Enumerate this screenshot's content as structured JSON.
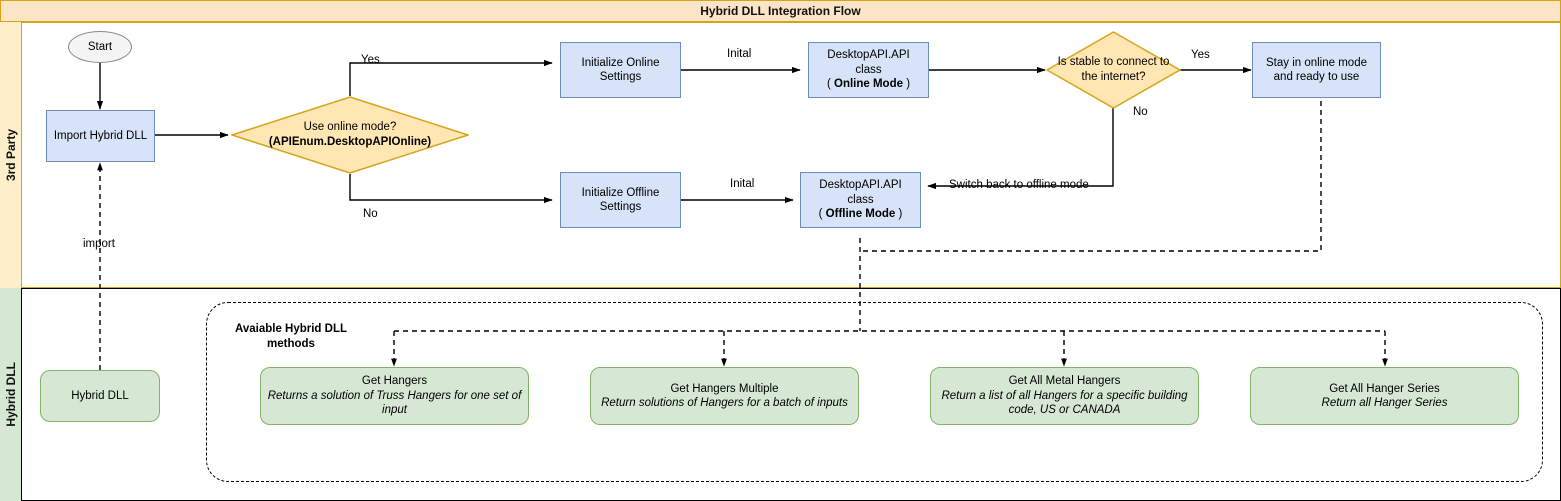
{
  "title": "Hybrid DLL Integration Flow",
  "lanes": [
    {
      "name": "3rd Party"
    },
    {
      "name": "Hybrid DLL"
    }
  ],
  "nodes": {
    "start": {
      "label": "Start"
    },
    "import_hybrid_dll": {
      "label": "Import Hybrid DLL"
    },
    "use_online_mode": {
      "line1": "Use online mode?",
      "line2": "(APIEnum.DesktopAPIOnline)"
    },
    "init_online": {
      "line1": "Initialize Online",
      "line2": "Settings"
    },
    "init_offline": {
      "line1": "Initialize Offline",
      "line2": "Settings"
    },
    "api_online": {
      "line1": "DesktopAPI.API class",
      "line2_pre": "( ",
      "line2_bold": "Online Mode",
      "line2_post": " )"
    },
    "api_offline": {
      "line1": "DesktopAPI.API class",
      "line2_pre": "( ",
      "line2_bold": "Offline Mode",
      "line2_post": " )"
    },
    "is_stable": {
      "line1": "Is stable to connect to",
      "line2": "the internet?"
    },
    "stay_online": {
      "line1": "Stay in online mode",
      "line2": "and ready to use"
    },
    "hybrid_dll": {
      "label": "Hybrid DLL"
    }
  },
  "edge_labels": {
    "yes_online": "Yes",
    "no_offline": "No",
    "inital_online": "Inital",
    "inital_offline": "Inital",
    "yes_stable": "Yes",
    "no_stable": "No",
    "switch_back": "Switch back to offline mode",
    "import": "import"
  },
  "methods_group": {
    "title_line1": "Avaiable Hybrid DLL",
    "title_line2": "methods",
    "items": [
      {
        "name": "Get Hangers",
        "desc": "Returns a solution of Truss Hangers for one set of input"
      },
      {
        "name": "Get Hangers Multiple",
        "desc": "Return solutions of Hangers for a batch of inputs"
      },
      {
        "name": "Get All Metal Hangers",
        "desc": "Return a list of all Hangers for a specific building code, US or CANADA"
      },
      {
        "name": "Get All Hanger Series",
        "desc": "Return all Hanger Series"
      }
    ]
  },
  "colors": {
    "banner_bg": "#FCE4C6",
    "banner_border": "#D6A419",
    "lane_3rd_bg": "#FDEFC9",
    "lane_dll_bg": "#D6E8D4",
    "box_blue_fill": "#D6E3F8",
    "box_blue_stroke": "#6C8EBF",
    "box_green_fill": "#D6E8D4",
    "box_green_stroke": "#82B366",
    "diamond_fill": "#FFE6B3",
    "diamond_stroke": "#D6A419",
    "edge": "#000000"
  }
}
